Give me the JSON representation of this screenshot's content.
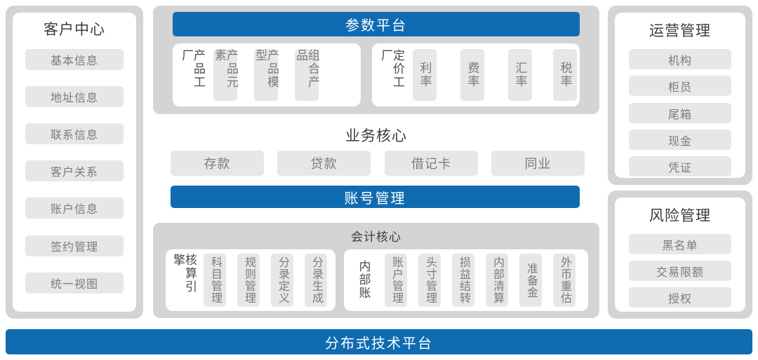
{
  "colors": {
    "accent_blue": "#0f6cb2",
    "frame_gray": "#d4d4d4",
    "chip_gray": "#e7e7e7",
    "card_white": "#ffffff",
    "title_text": "#3c3c3c",
    "chip_text": "#7b7b7b"
  },
  "left_panel": {
    "title": "客户中心",
    "items": [
      {
        "label": "基本信息"
      },
      {
        "label": "地址信息"
      },
      {
        "label": "联系信息"
      },
      {
        "label": "客户关系"
      },
      {
        "label": "账户信息"
      },
      {
        "label": "签约管理"
      },
      {
        "label": "统一视图"
      }
    ]
  },
  "parameter_platform": {
    "banner": "参数平台",
    "product_group": {
      "header": "产品工厂",
      "items": [
        {
          "label": "产品元素"
        },
        {
          "label": "产品模型"
        },
        {
          "label": "组合产品"
        }
      ]
    },
    "pricing_group": {
      "header": "定价工厂",
      "items": [
        {
          "label": "利率"
        },
        {
          "label": "费率"
        },
        {
          "label": "汇率"
        },
        {
          "label": "税率"
        }
      ]
    }
  },
  "business_core": {
    "title": "业务核心",
    "items": [
      {
        "label": "存款"
      },
      {
        "label": "贷款"
      },
      {
        "label": "借记卡"
      },
      {
        "label": "同业"
      }
    ],
    "account_banner": "账号管理"
  },
  "accounting_core": {
    "title": "会计核心",
    "engine_group": {
      "header": "核算引擎",
      "items": [
        {
          "label": "科目管理"
        },
        {
          "label": "规则管理"
        },
        {
          "label": "分录定义"
        },
        {
          "label": "分录生成"
        }
      ]
    },
    "internal_group": {
      "header": "内部账",
      "items": [
        {
          "label": "账户管理"
        },
        {
          "label": "头寸管理"
        },
        {
          "label": "损益结转"
        },
        {
          "label": "内部清算"
        },
        {
          "label": "准备金"
        },
        {
          "label": "外币重估"
        }
      ]
    }
  },
  "operations_panel": {
    "title": "运营管理",
    "items": [
      {
        "label": "机构"
      },
      {
        "label": "柜员"
      },
      {
        "label": "尾箱"
      },
      {
        "label": "现金"
      },
      {
        "label": "凭证"
      }
    ]
  },
  "risk_panel": {
    "title": "风险管理",
    "items": [
      {
        "label": "黑名单"
      },
      {
        "label": "交易限额"
      },
      {
        "label": "授权"
      }
    ]
  },
  "footer": {
    "banner": "分布式技术平台"
  }
}
